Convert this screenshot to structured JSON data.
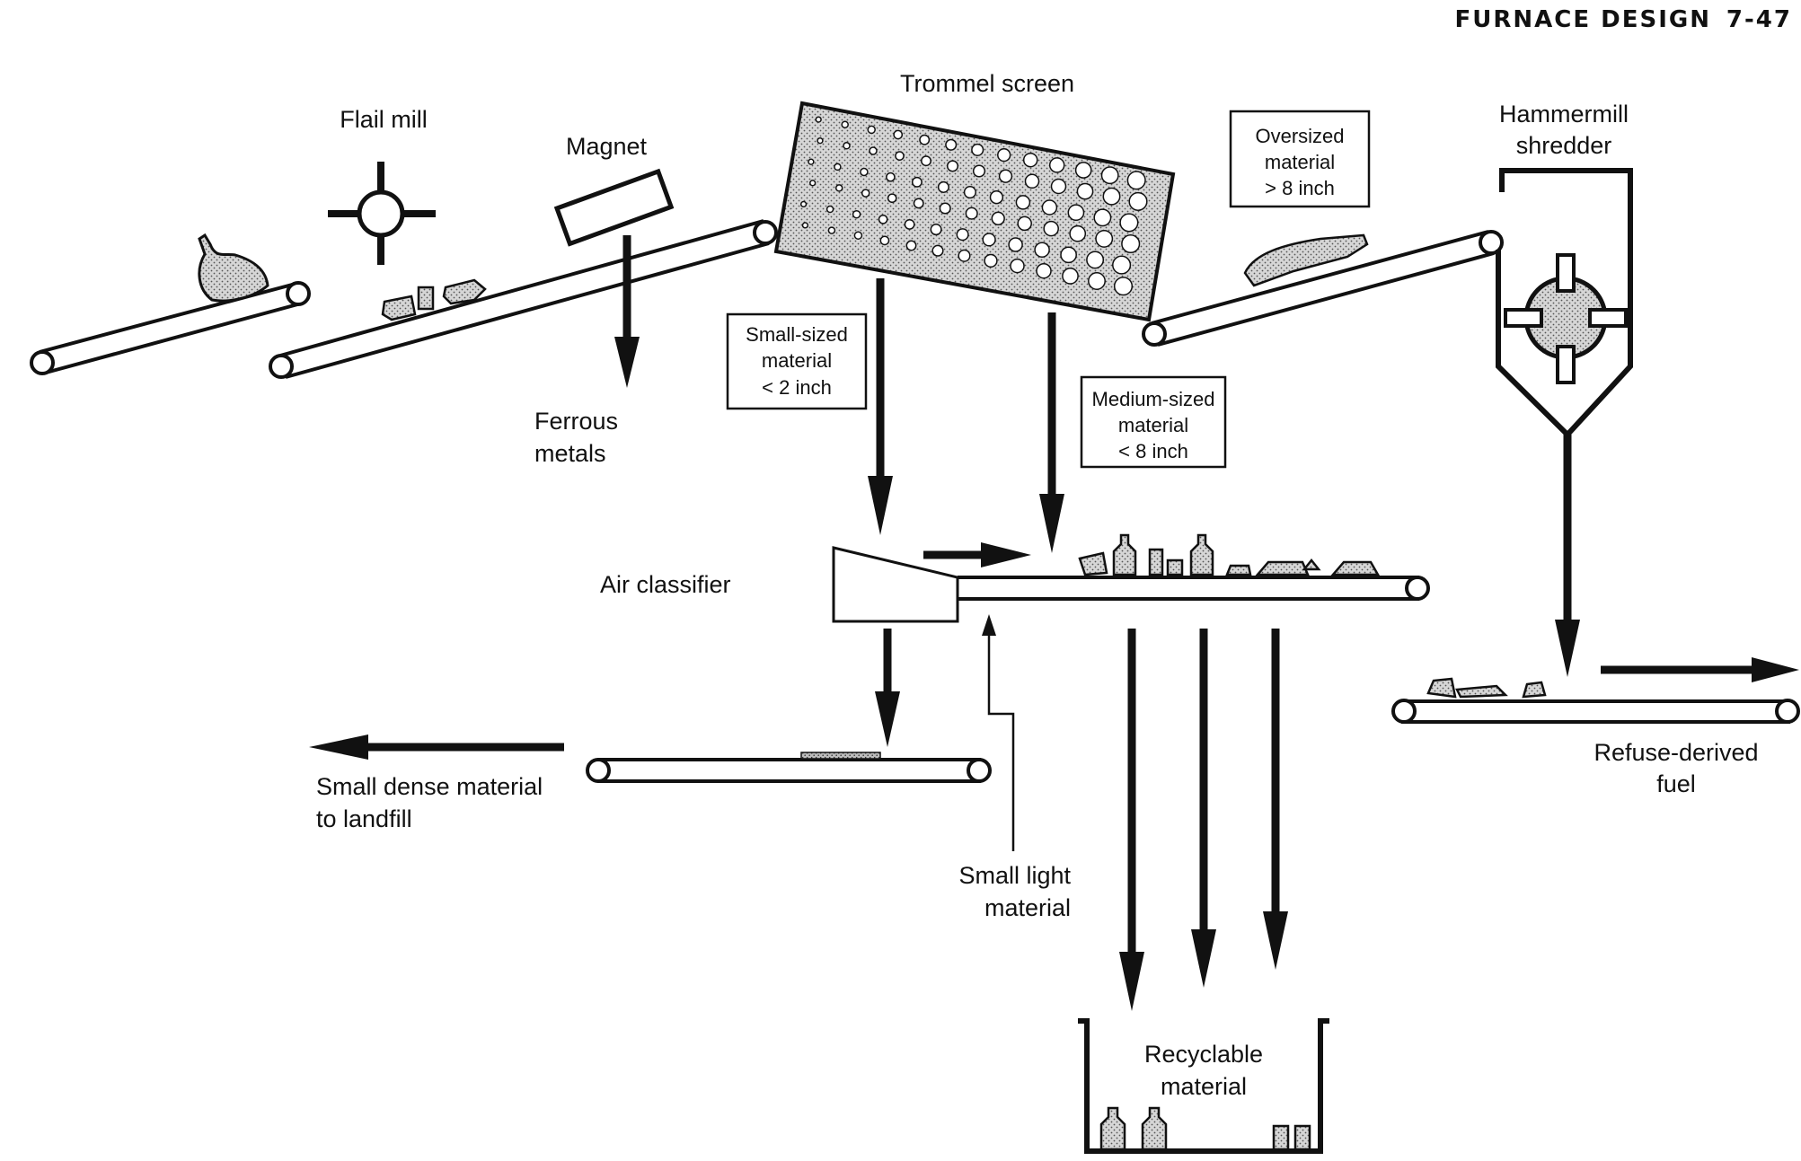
{
  "header": {
    "section": "FURNACE DESIGN",
    "page": "7-47"
  },
  "labels": {
    "flail_mill": "Flail mill",
    "magnet": "Magnet",
    "ferrous_1": "Ferrous",
    "ferrous_2": "metals",
    "trommel": "Trommel screen",
    "hammermill_1": "Hammermill",
    "hammermill_2": "shredder",
    "air_classifier": "Air classifier",
    "small_dense_1": "Small dense material",
    "small_dense_2": "to landfill",
    "small_light_1": "Small light",
    "small_light_2": "material",
    "recyclable_1": "Recyclable",
    "recyclable_2": "material",
    "rdf_1": "Refuse-derived",
    "rdf_2": "fuel"
  },
  "boxes": {
    "oversized": {
      "line1": "Oversized",
      "line2": "material",
      "line3": "> 8 inch"
    },
    "small": {
      "line1": "Small-sized",
      "line2": "material",
      "line3": "< 2 inch"
    },
    "medium": {
      "line1": "Medium-sized",
      "line2": "material",
      "line3": "< 8 inch"
    }
  }
}
